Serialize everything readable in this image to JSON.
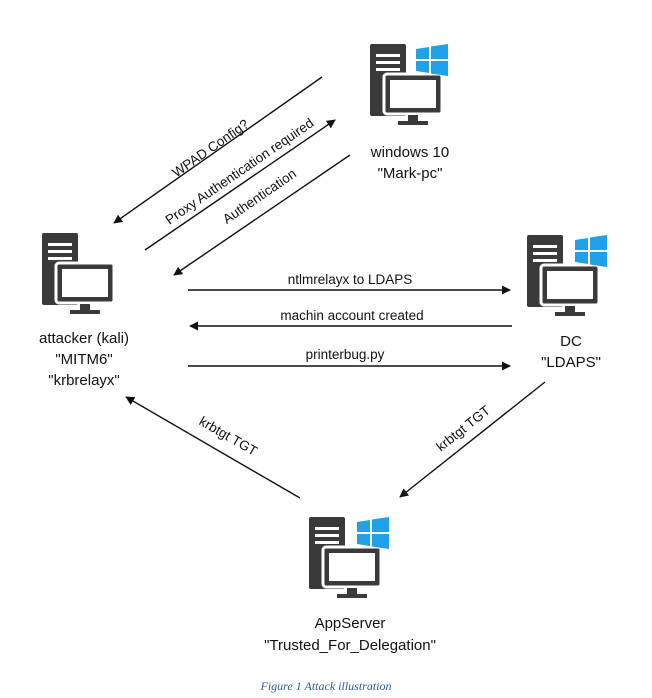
{
  "nodes": {
    "windows10": {
      "lines": [
        "windows 10",
        "\"Mark-pc\""
      ],
      "icon": "windows-pc-icon"
    },
    "attacker": {
      "lines": [
        "attacker (kali)",
        "\"MITM6\"",
        "\"krbrelayx\""
      ],
      "icon": "pc-icon"
    },
    "dc": {
      "lines": [
        "DC",
        "\"LDAPS\""
      ],
      "icon": "windows-pc-icon"
    },
    "appserver": {
      "lines": [
        "AppServer",
        "\"Trusted_For_Delegation\""
      ],
      "icon": "windows-pc-icon"
    }
  },
  "edges": {
    "wpad": "WPAD Config?",
    "proxy_auth": "Proxy Authentication required",
    "authentication": "Authentication",
    "ntlmrelayx": "ntlmrelayx to LDAPS",
    "machine_account": "machin account created",
    "printerbug": "printerbug.py",
    "krbtgt_dc": "krbtgt TGT",
    "krbtgt_attacker": "krbtgt TGT"
  },
  "colors": {
    "icon_dark": "#3a3a3a",
    "windows_blue": "#1ea1e6",
    "caption": "#2e5c99"
  },
  "caption": "Figure 1 Attack illustration"
}
